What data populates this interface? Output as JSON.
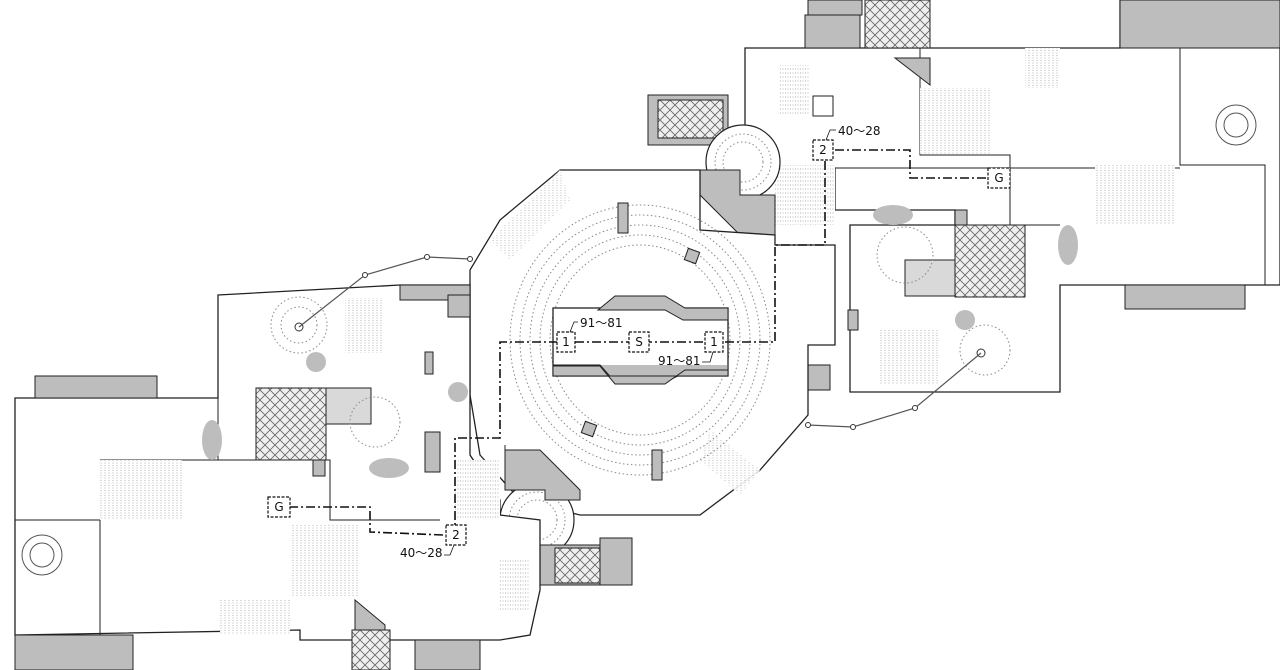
{
  "map": {
    "route_nodes": [
      {
        "id": "start",
        "label": "S"
      },
      {
        "id": "node-1-left",
        "label": "1"
      },
      {
        "id": "node-1-right",
        "label": "1"
      },
      {
        "id": "node-2-upper",
        "label": "2"
      },
      {
        "id": "node-2-lower",
        "label": "2"
      },
      {
        "id": "goal-upper",
        "label": "G"
      },
      {
        "id": "goal-lower",
        "label": "G"
      }
    ],
    "range_labels": {
      "upper_left_center": "91～81",
      "lower_right_center": "91～81",
      "upper_right_wing": "40～28",
      "lower_left_wing": "40～28"
    }
  }
}
